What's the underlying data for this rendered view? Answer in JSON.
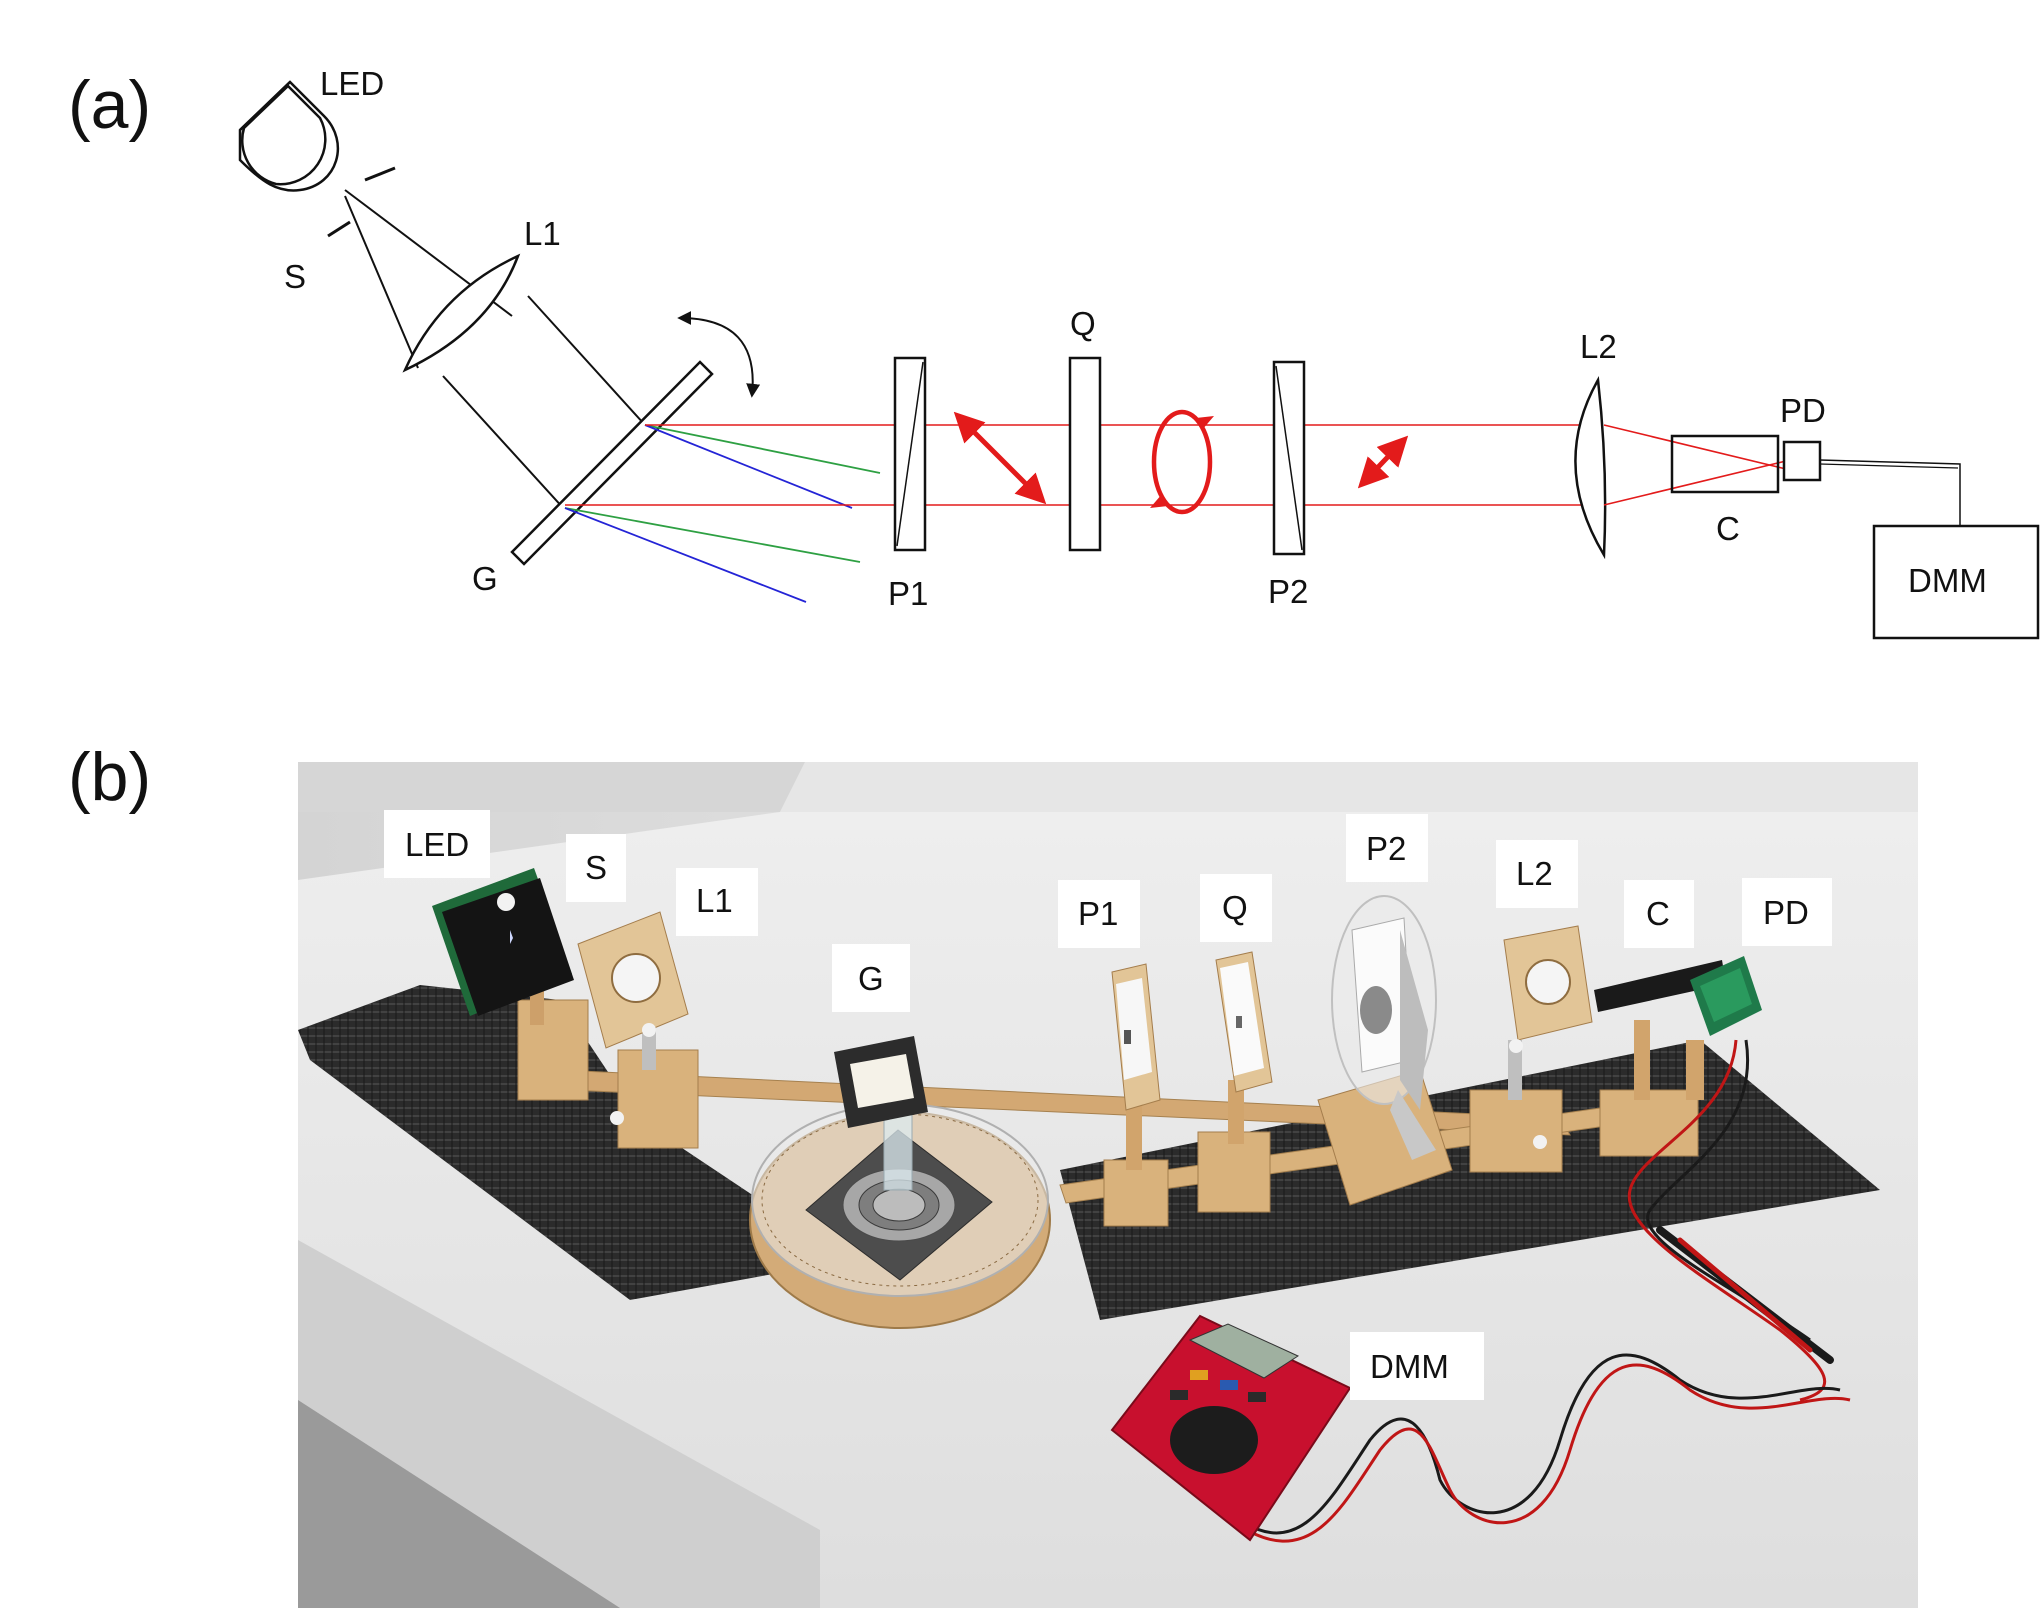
{
  "panel_a": {
    "label": "(a)",
    "components": {
      "led": "LED",
      "slit": "S",
      "lens1": "L1",
      "grating": "G",
      "polarizer1": "P1",
      "waveplate": "Q",
      "polarizer2": "P2",
      "lens2": "L2",
      "cylinder": "C",
      "photodiode": "PD",
      "multimeter": "DMM"
    }
  },
  "panel_b": {
    "label": "(b)",
    "tags": {
      "led": "LED",
      "slit": "S",
      "lens1": "L1",
      "grating": "G",
      "polarizer1": "P1",
      "waveplate": "Q",
      "polarizer2": "P2",
      "lens2": "L2",
      "cylinder": "C",
      "photodiode": "PD",
      "multimeter": "DMM"
    }
  },
  "colors": {
    "red_beam": "#e31b1b",
    "green_beam": "#2ea043",
    "blue_beam": "#2424d6",
    "wood": "#d9b27c",
    "mat": "#2a2a2a",
    "table": "#e9e9e9",
    "wall": "#dcdcdc",
    "meter": "#c8102e"
  }
}
